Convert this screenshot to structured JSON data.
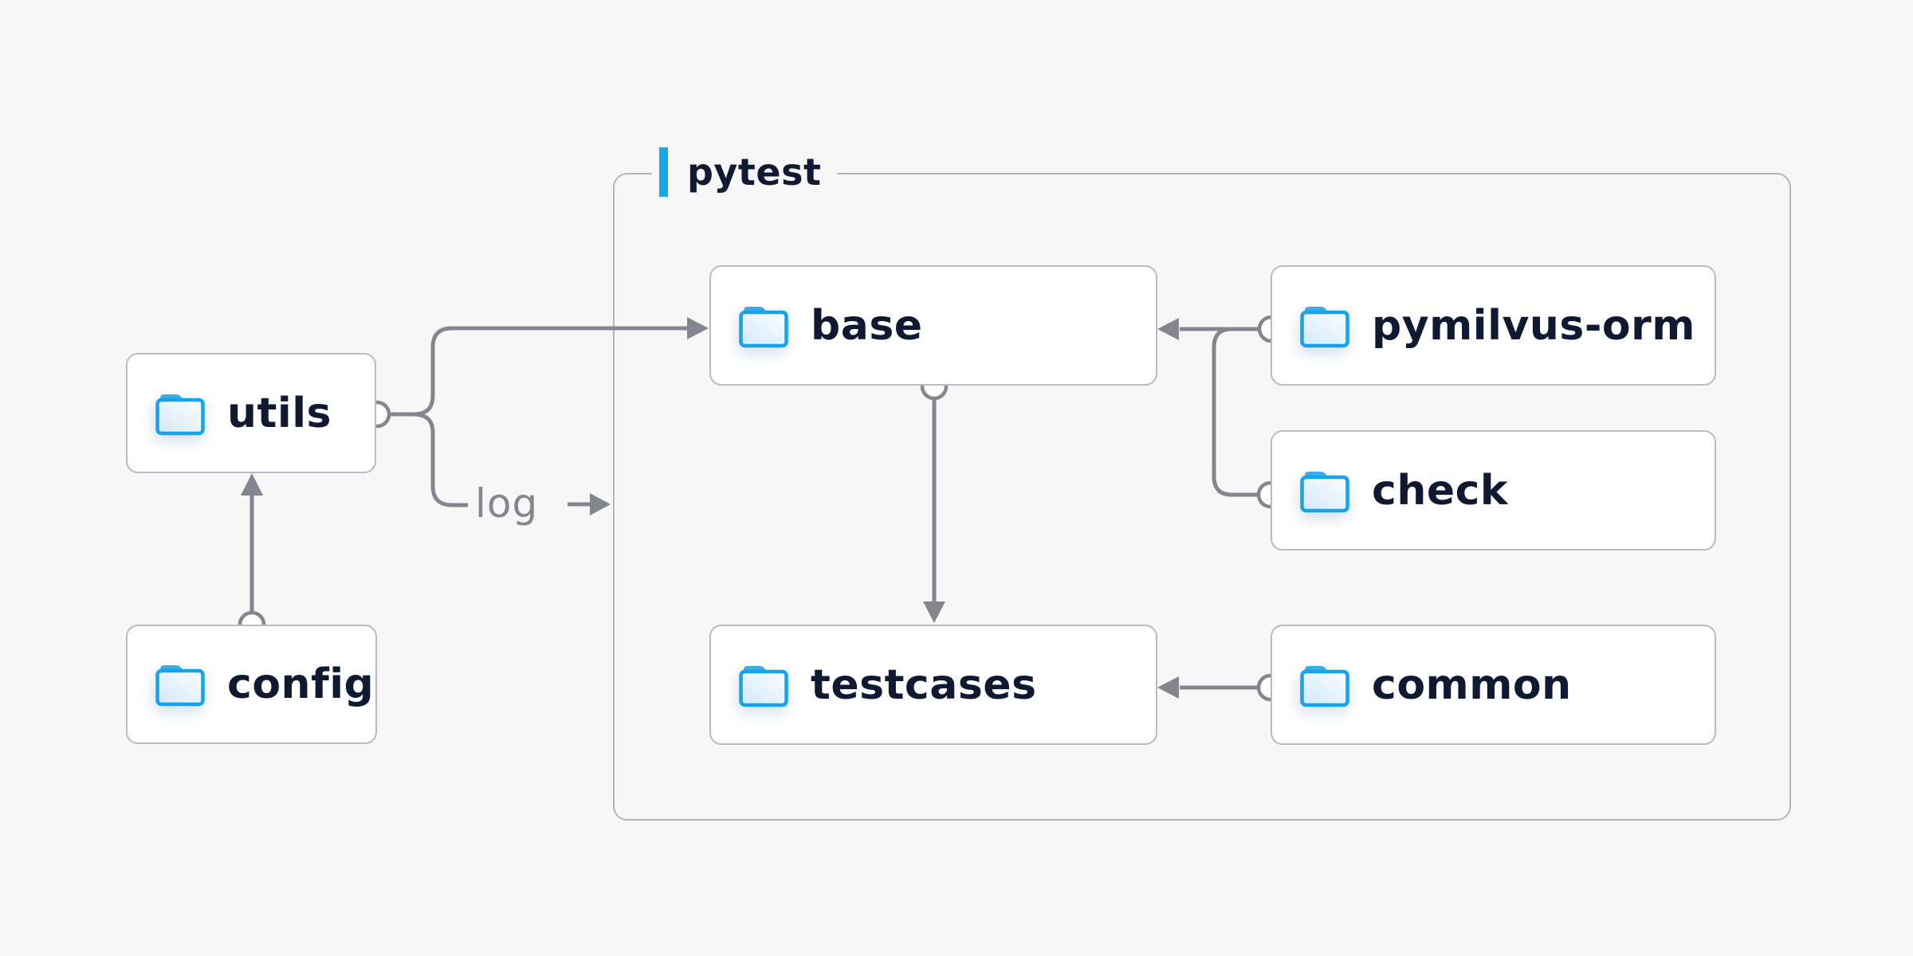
{
  "container": {
    "label": "pytest",
    "accent_color": "#18a7ee"
  },
  "nodes": [
    {
      "id": "utils",
      "label": "utils",
      "icon": "folder-icon"
    },
    {
      "id": "config",
      "label": "config",
      "icon": "folder-icon"
    },
    {
      "id": "base",
      "label": "base",
      "icon": "folder-icon"
    },
    {
      "id": "pymilvus-orm",
      "label": "pymilvus-orm",
      "icon": "folder-icon"
    },
    {
      "id": "check",
      "label": "check",
      "icon": "folder-icon"
    },
    {
      "id": "testcases",
      "label": "testcases",
      "icon": "folder-icon"
    },
    {
      "id": "common",
      "label": "common",
      "icon": "folder-icon"
    }
  ],
  "edges": [
    {
      "from": "config",
      "to": "utils"
    },
    {
      "from": "utils",
      "to": "base"
    },
    {
      "from": "utils",
      "to": "pytest-container",
      "label": "log"
    },
    {
      "from": "base",
      "to": "testcases"
    },
    {
      "from": "pymilvus-orm",
      "to": "base"
    },
    {
      "from": "check",
      "to": "base"
    },
    {
      "from": "common",
      "to": "testcases"
    }
  ],
  "edge_label": {
    "label": "log"
  },
  "colors": {
    "background": "#f7f7f8",
    "card_background": "#ffffff",
    "card_border": "#bbb9c4",
    "container_border": "#b5b3c0",
    "connector_line": "#85858f",
    "node_text": "#0f1a32",
    "accent_bar": "#18a7ee",
    "folder_blue": "#18a2ea"
  }
}
